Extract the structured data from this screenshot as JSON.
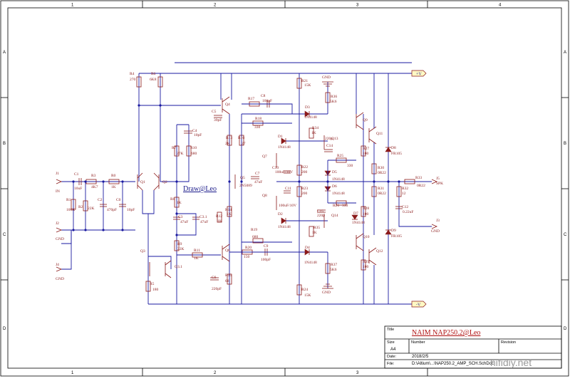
{
  "grid": {
    "columns": [
      "1",
      "2",
      "3",
      "4"
    ],
    "rows": [
      "A",
      "B",
      "C",
      "D"
    ]
  },
  "title_block": {
    "title_label": "Title",
    "title": "NAIM NAP250.2@Leo",
    "size_label": "Size",
    "size": "A4",
    "number_label": "Number",
    "revision_label": "Revision",
    "date_label": "Date:",
    "date": "2018/2/5",
    "file_label": "File:",
    "file": "D:\\Altium\\...\\NAP250.2_AMP_SCH.SchDoc"
  },
  "watermark": "hifidiy.net",
  "mark": "Draw@Leo",
  "rails": {
    "positive": "+V",
    "negative": "-V"
  },
  "ports": {
    "j1": {
      "ref": "J1",
      "label": "IN"
    },
    "j2": {
      "ref": "J2",
      "label": "GND"
    },
    "j3": {
      "ref": "J3",
      "label": "GND"
    },
    "j4": {
      "ref": "J4",
      "label": "GND"
    },
    "j5": {
      "ref": "J5",
      "label": "SPK"
    }
  },
  "gnd_label": "GND",
  "labels": [
    {
      "id": "r4",
      "ref": "R4",
      "value": "270"
    },
    {
      "id": "r6",
      "ref": "R6",
      "value": "6K8"
    },
    {
      "id": "c1",
      "ref": "C1",
      "value": "10uF"
    },
    {
      "id": "r3",
      "ref": "R3",
      "value": "4K7"
    },
    {
      "id": "r0",
      "ref": "R0",
      "value": "1K"
    },
    {
      "id": "r1",
      "ref": "R1",
      "value": "100K"
    },
    {
      "id": "r2",
      "ref": "R2",
      "value": "22K"
    },
    {
      "id": "c2",
      "ref": "C2",
      "value": "470pF"
    },
    {
      "id": "c0",
      "ref": "C0",
      "value": "10pF"
    },
    {
      "id": "q1",
      "ref": "Q1",
      "value": ""
    },
    {
      "id": "q2",
      "ref": "Q2",
      "value": ""
    },
    {
      "id": "c4",
      "ref": "C4",
      "value": "10pF"
    },
    {
      "id": "r7",
      "ref": "R7",
      "value": "27K"
    },
    {
      "id": "r10",
      "ref": "R10",
      "value": "680"
    },
    {
      "id": "r8",
      "ref": "R8",
      "value": "1K"
    },
    {
      "id": "c3",
      "ref": "C3",
      "value": "47uF"
    },
    {
      "id": "c31",
      "ref": "C3.1",
      "value": "47uF"
    },
    {
      "id": "r9",
      "ref": "R9",
      "value": "22K"
    },
    {
      "id": "r11",
      "ref": "R11",
      "value": "1K"
    },
    {
      "id": "q3",
      "ref": "Q3",
      "value": ""
    },
    {
      "id": "q31",
      "ref": "Q3.1",
      "value": ""
    },
    {
      "id": "r5",
      "ref": "R5",
      "value": "180"
    },
    {
      "id": "c6",
      "ref": "C6",
      "value": "220pF"
    },
    {
      "id": "c5",
      "ref": "C5",
      "value": "39pF"
    },
    {
      "id": "q4",
      "ref": "Q4",
      "value": ""
    },
    {
      "id": "r13",
      "ref": "R13",
      "value": "2K"
    },
    {
      "id": "r16",
      "ref": "R16",
      "value": "27"
    },
    {
      "id": "r14",
      "ref": "R14",
      "value": "1K"
    },
    {
      "id": "r12",
      "ref": "R12",
      "value": "1K"
    },
    {
      "id": "r15",
      "ref": "R15",
      "value": "68"
    },
    {
      "id": "q6",
      "ref": "Q6",
      "value": ""
    },
    {
      "id": "q5",
      "ref": "Q5",
      "value": "2N5089"
    },
    {
      "id": "c7",
      "ref": "C7",
      "value": "47uF"
    },
    {
      "id": "r17",
      "ref": "R17",
      "value": "150"
    },
    {
      "id": "c8",
      "ref": "C8",
      "value": "100pF"
    },
    {
      "id": "r18",
      "ref": "R18",
      "value": "330"
    },
    {
      "id": "r19",
      "ref": "R19",
      "value": "680"
    },
    {
      "id": "r20",
      "ref": "R20",
      "value": "150"
    },
    {
      "id": "c9",
      "ref": "C9",
      "value": "100pF"
    },
    {
      "id": "r21",
      "ref": "R21",
      "value": "15K"
    },
    {
      "id": "r36",
      "ref": "R36",
      "value": "5K6"
    },
    {
      "id": "d3",
      "ref": "D3",
      "value": "1N4148"
    },
    {
      "id": "d1",
      "ref": "D1",
      "value": "1N4148"
    },
    {
      "id": "r34",
      "ref": "R34",
      "value": "1K"
    },
    {
      "id": "q13",
      "ref": "Q13",
      "value": ""
    },
    {
      "id": "c14",
      "ref": "C14",
      "value": "220p"
    },
    {
      "id": "q7",
      "ref": "Q7",
      "value": ""
    },
    {
      "id": "c10",
      "ref": "C10",
      "value": "100uF/10V"
    },
    {
      "id": "r22",
      "ref": "R22",
      "value": "200"
    },
    {
      "id": "r25",
      "ref": "R25",
      "value": "330"
    },
    {
      "id": "d5",
      "ref": "D5",
      "value": "1N4148"
    },
    {
      "id": "d6",
      "ref": "D6",
      "value": "1N4148"
    },
    {
      "id": "q8",
      "ref": "Q8",
      "value": ""
    },
    {
      "id": "c11",
      "ref": "C11",
      "value": "100uF/10V"
    },
    {
      "id": "r23",
      "ref": "R23",
      "value": "200"
    },
    {
      "id": "r26",
      "ref": "R26",
      "value": "330"
    },
    {
      "id": "c15",
      "ref": "C15",
      "value": "220p"
    },
    {
      "id": "d2",
      "ref": "D2",
      "value": "1N4148"
    },
    {
      "id": "q14",
      "ref": "Q14",
      "value": ""
    },
    {
      "id": "r35",
      "ref": "R35",
      "value": "1K"
    },
    {
      "id": "d7",
      "ref": "D7",
      "value": "1N4148"
    },
    {
      "id": "d4",
      "ref": "D4",
      "value": "1N4148"
    },
    {
      "id": "r37",
      "ref": "R37",
      "value": "5K6"
    },
    {
      "id": "r24",
      "ref": "R24",
      "value": "15K"
    },
    {
      "id": "q9",
      "ref": "Q9",
      "value": ""
    },
    {
      "id": "q11",
      "ref": "Q11",
      "value": ""
    },
    {
      "id": "r27",
      "ref": "R27",
      "value": "100"
    },
    {
      "id": "r30",
      "ref": "R30",
      "value": "0R22"
    },
    {
      "id": "r31",
      "ref": "R31",
      "value": "0R22"
    },
    {
      "id": "r28",
      "ref": "R28",
      "value": "100"
    },
    {
      "id": "q10",
      "ref": "Q10",
      "value": ""
    },
    {
      "id": "q12",
      "ref": "Q12",
      "value": ""
    },
    {
      "id": "r29",
      "ref": "R29",
      "value": "100"
    },
    {
      "id": "d8",
      "ref": "D8",
      "value": "FR105"
    },
    {
      "id": "d9",
      "ref": "D9",
      "value": "FR105"
    },
    {
      "id": "r33",
      "ref": "R33",
      "value": "0R22"
    },
    {
      "id": "r32",
      "ref": "R32",
      "value": "12"
    },
    {
      "id": "c12",
      "ref": "C12",
      "value": "0.22uF"
    }
  ]
}
